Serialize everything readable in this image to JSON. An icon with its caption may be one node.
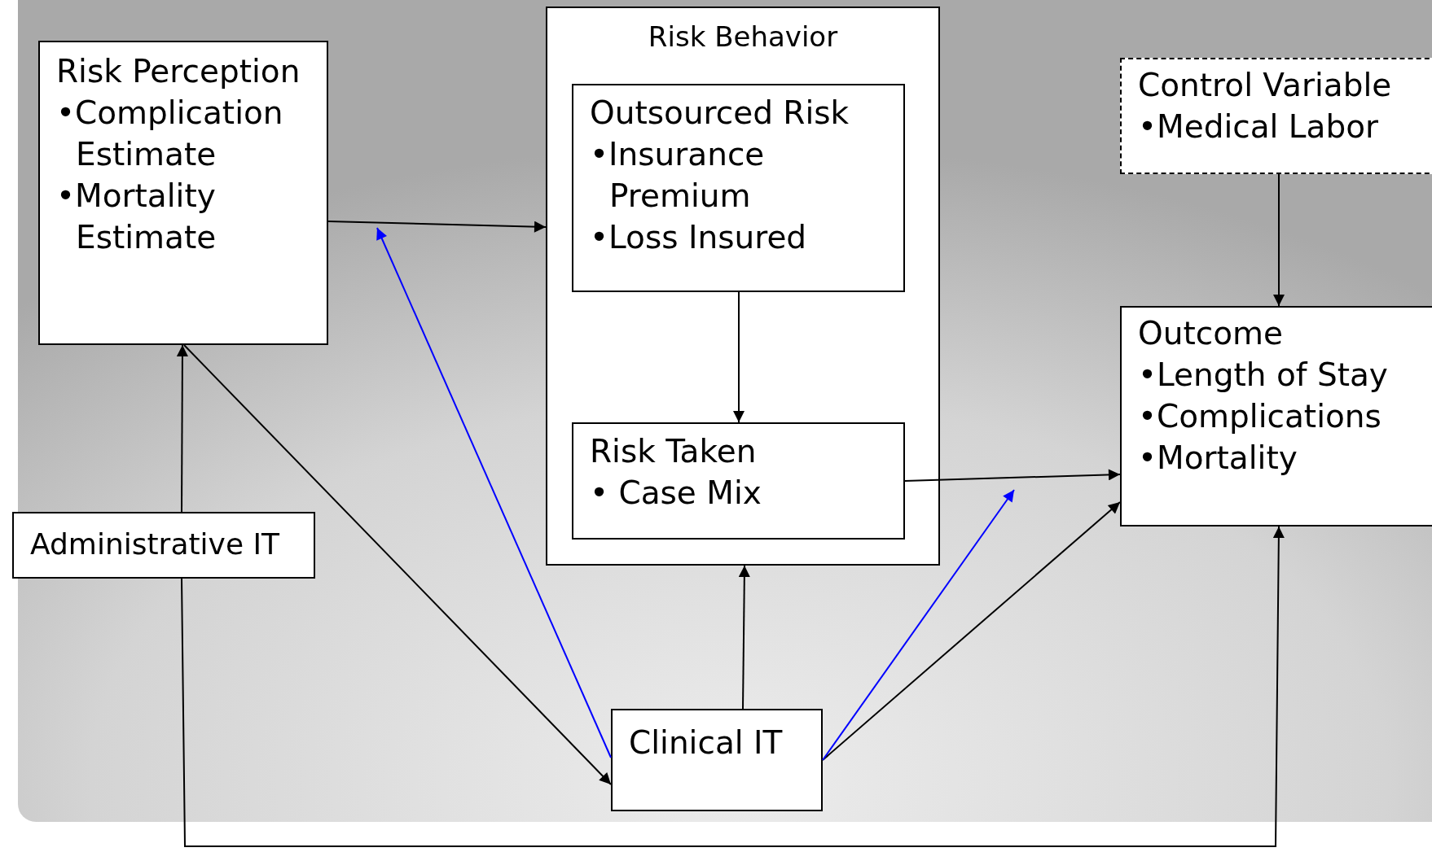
{
  "diagram": {
    "nodes": [
      {
        "text": [
          "Risk Perception",
          "•Complication Estimate",
          "•Mortality Estimate"
        ]
      },
      {
        "text": [
          "Risk Behavior"
        ]
      },
      {
        "text": [
          "Outsourced Risk",
          "•Insurance Premium",
          "•Loss Insured"
        ],
        "in": 1
      },
      {
        "text": [
          "Risk Taken",
          "• Case Mix"
        ],
        "in": 1
      },
      {
        "text": [
          "Control Variable",
          "•Medical Labor"
        ]
      },
      {
        "text": [
          "Outcome",
          "•Length of Stay",
          "•Complications",
          "•Mortality"
        ]
      },
      {
        "text": [
          "Administrative IT"
        ]
      },
      {
        "text": [
          "Clinical IT"
        ]
      }
    ],
    "edges": [
      {
        "from": 0,
        "to": 1,
        "arrow": "to"
      },
      {
        "from": 2,
        "to": 3,
        "arrow": "to"
      },
      {
        "from": 3,
        "to": 5,
        "arrow": "to"
      },
      {
        "from": 4,
        "to": 5,
        "arrow": "to"
      },
      {
        "from": 6,
        "to": 0,
        "arrow": "to"
      },
      {
        "from": 0,
        "to": 7,
        "arrow": "to"
      },
      {
        "from": 7,
        "to": 1,
        "arrow": "to"
      },
      {
        "from": 7,
        "to": 5,
        "arrow": "to"
      },
      {
        "from": 6,
        "to": 5,
        "arrow": "to"
      },
      {
        "from": 7,
        "to": null,
        "arrow": "to",
        "color": "#0000ff"
      },
      {
        "from": 7,
        "to": null,
        "arrow": "to",
        "color": "#0000ff"
      }
    ]
  }
}
